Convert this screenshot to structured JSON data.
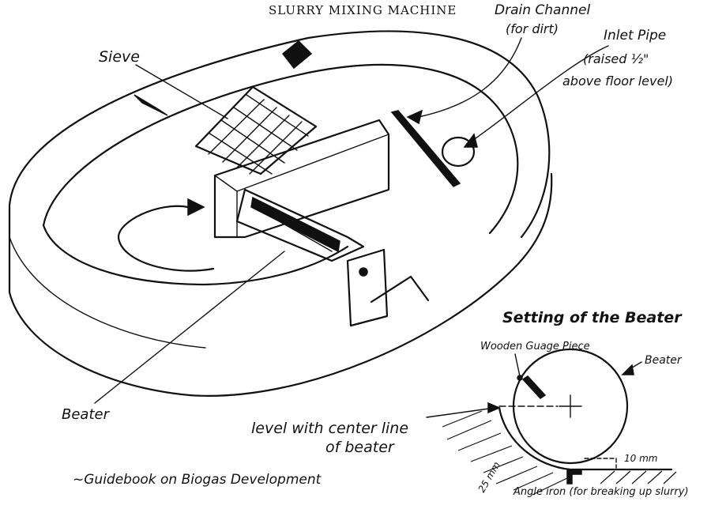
{
  "title": "SLURRY MIXING MACHINE",
  "labels": {
    "drain_channel_1": "Drain Channel",
    "drain_channel_2": "(for dirt)",
    "inlet_pipe_1": "Inlet Pipe",
    "inlet_pipe_2": "(raised ½\"",
    "inlet_pipe_3": "above floor level)",
    "sieve": "Sieve",
    "beater": "Beater"
  },
  "inset": {
    "title": "Setting of the Beater",
    "wooden_gauge_piece": "Wooden Guage Piece",
    "beater": "Beater",
    "level_line_1": "level with center line",
    "level_line_2": "of beater",
    "dim_10mm": "10 mm",
    "dim_25mm": "25 mm",
    "angle_iron": "Angle iron (for breaking up slurry)"
  },
  "source": "~Guidebook on Biogas Development"
}
